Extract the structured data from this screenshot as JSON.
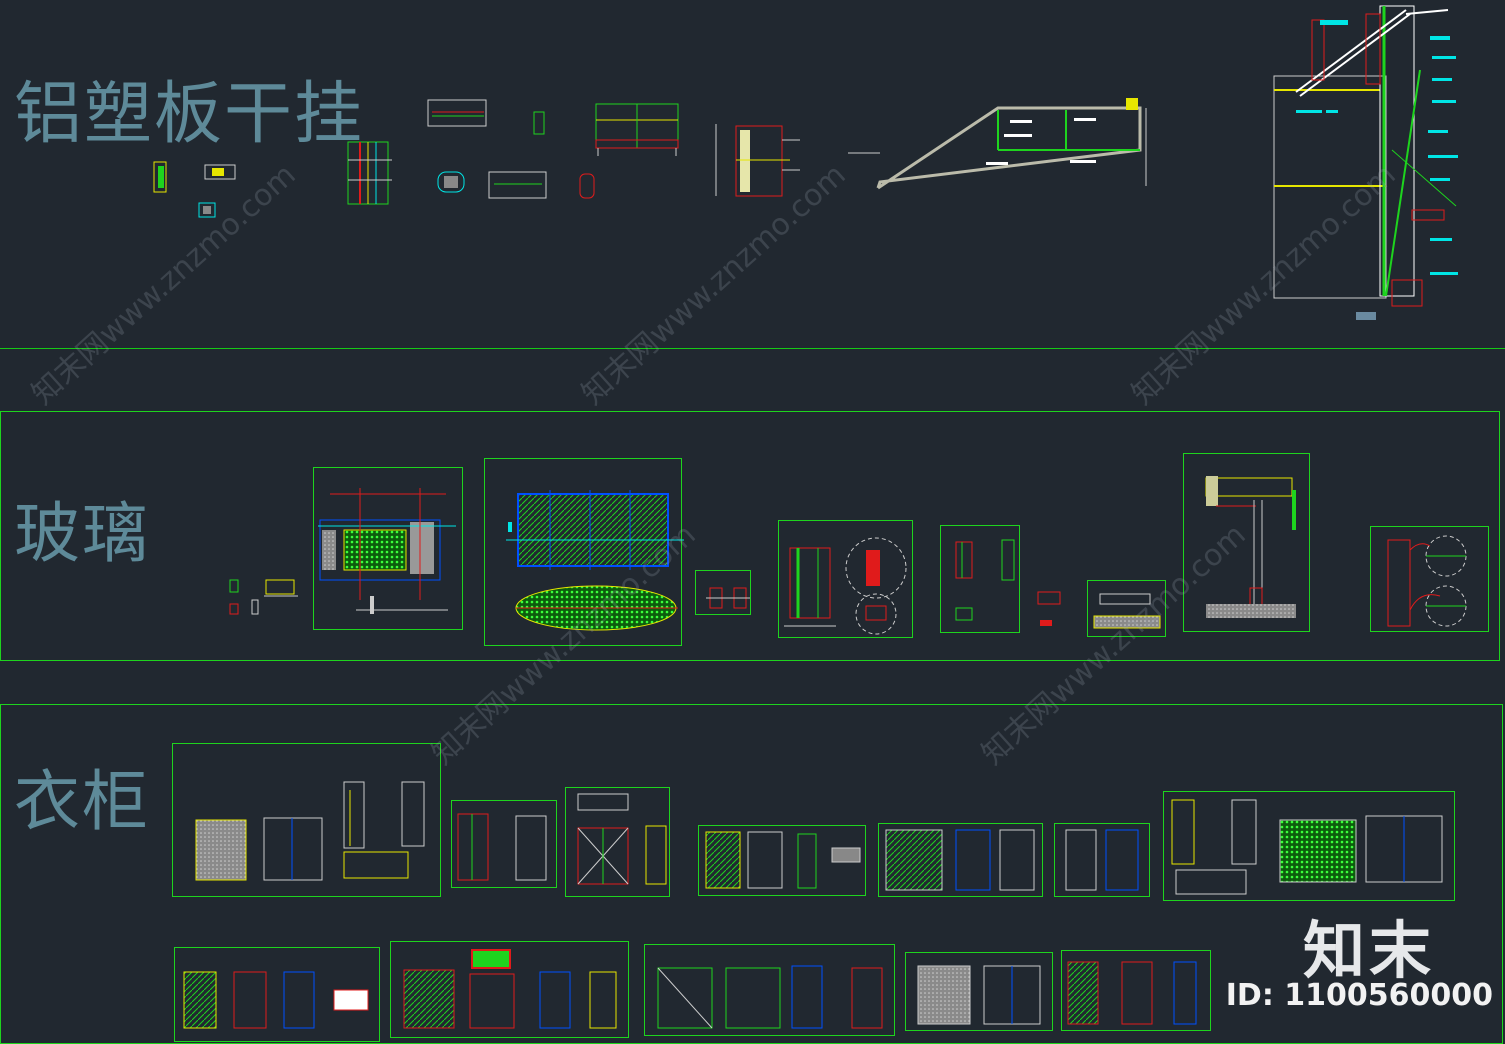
{
  "sections": {
    "aluminum": {
      "title": "铝塑板干挂"
    },
    "glass": {
      "title": "玻璃"
    },
    "wardrobe": {
      "title": "衣柜"
    }
  },
  "watermark": {
    "text": "知末网www.znzmo.com"
  },
  "brand": {
    "logo": "知末",
    "id_text": "ID: 1100560000"
  },
  "colors": {
    "background": "#212830",
    "frame": "#1ed41e",
    "accent_red": "#e01b1b",
    "accent_yellow": "#e6e600",
    "accent_cyan": "#00e5e5",
    "title": "#5e8a99"
  }
}
